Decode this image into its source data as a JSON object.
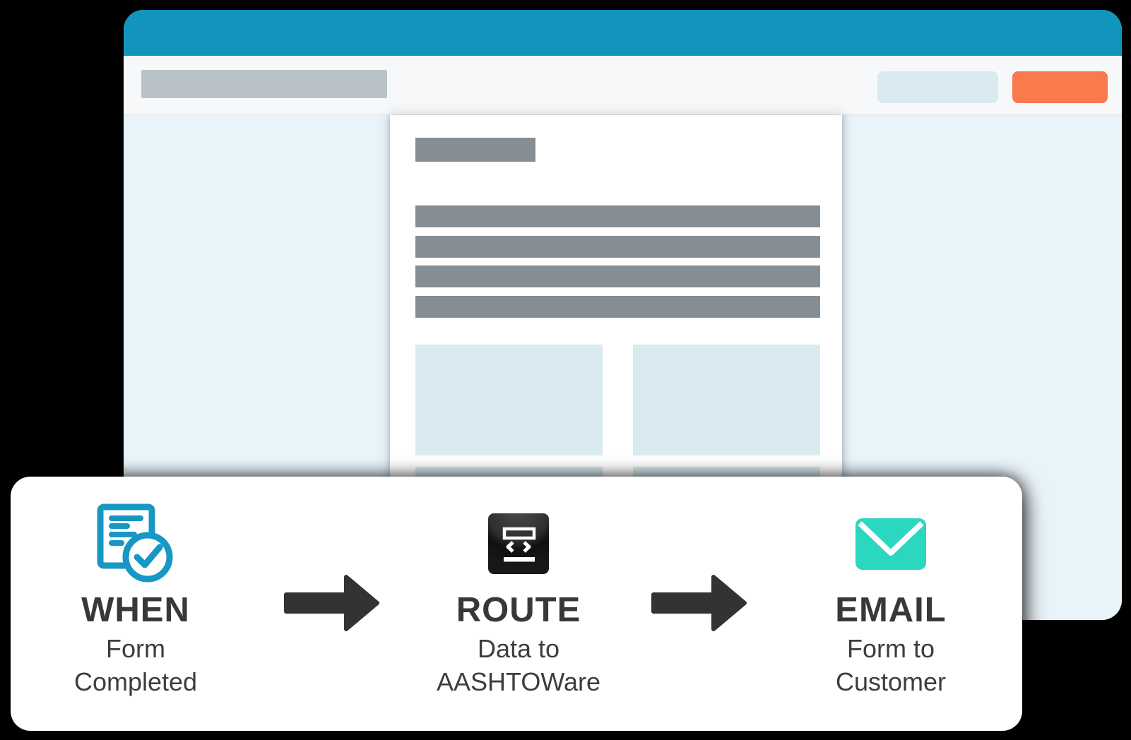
{
  "canvas": {
    "background_color": "#000000"
  },
  "browser_window": {
    "header_color": "#1195bc",
    "toolbar": {
      "background_color": "#f7f8f9",
      "address_bar_color": "#b9c2c7",
      "secondary_button_color": "#d9eaf0",
      "primary_button_color": "#f97a4c"
    },
    "content": {
      "sidebar_color": "#e9f4fa",
      "panel_color": "#ffffff",
      "text_placeholder_color": "#858d95",
      "box_placeholder_color": "#d9eaf1"
    }
  },
  "workflow_card": {
    "background_color": "#ffffff",
    "arrow_color": "#333333",
    "text_color": "#383838",
    "steps": [
      {
        "icon": "form-check-icon",
        "icon_color": "#1797c4",
        "title": "WHEN",
        "subtitle_line1": "Form",
        "subtitle_line2": "Completed"
      },
      {
        "icon": "route-data-icon",
        "icon_color": "#212121",
        "title": "ROUTE",
        "subtitle_line1": "Data to",
        "subtitle_line2": "AASHTOWare"
      },
      {
        "icon": "envelope-icon",
        "icon_color": "#2bd7c1",
        "title": "EMAIL",
        "subtitle_line1": "Form to",
        "subtitle_line2": "Customer"
      }
    ]
  }
}
